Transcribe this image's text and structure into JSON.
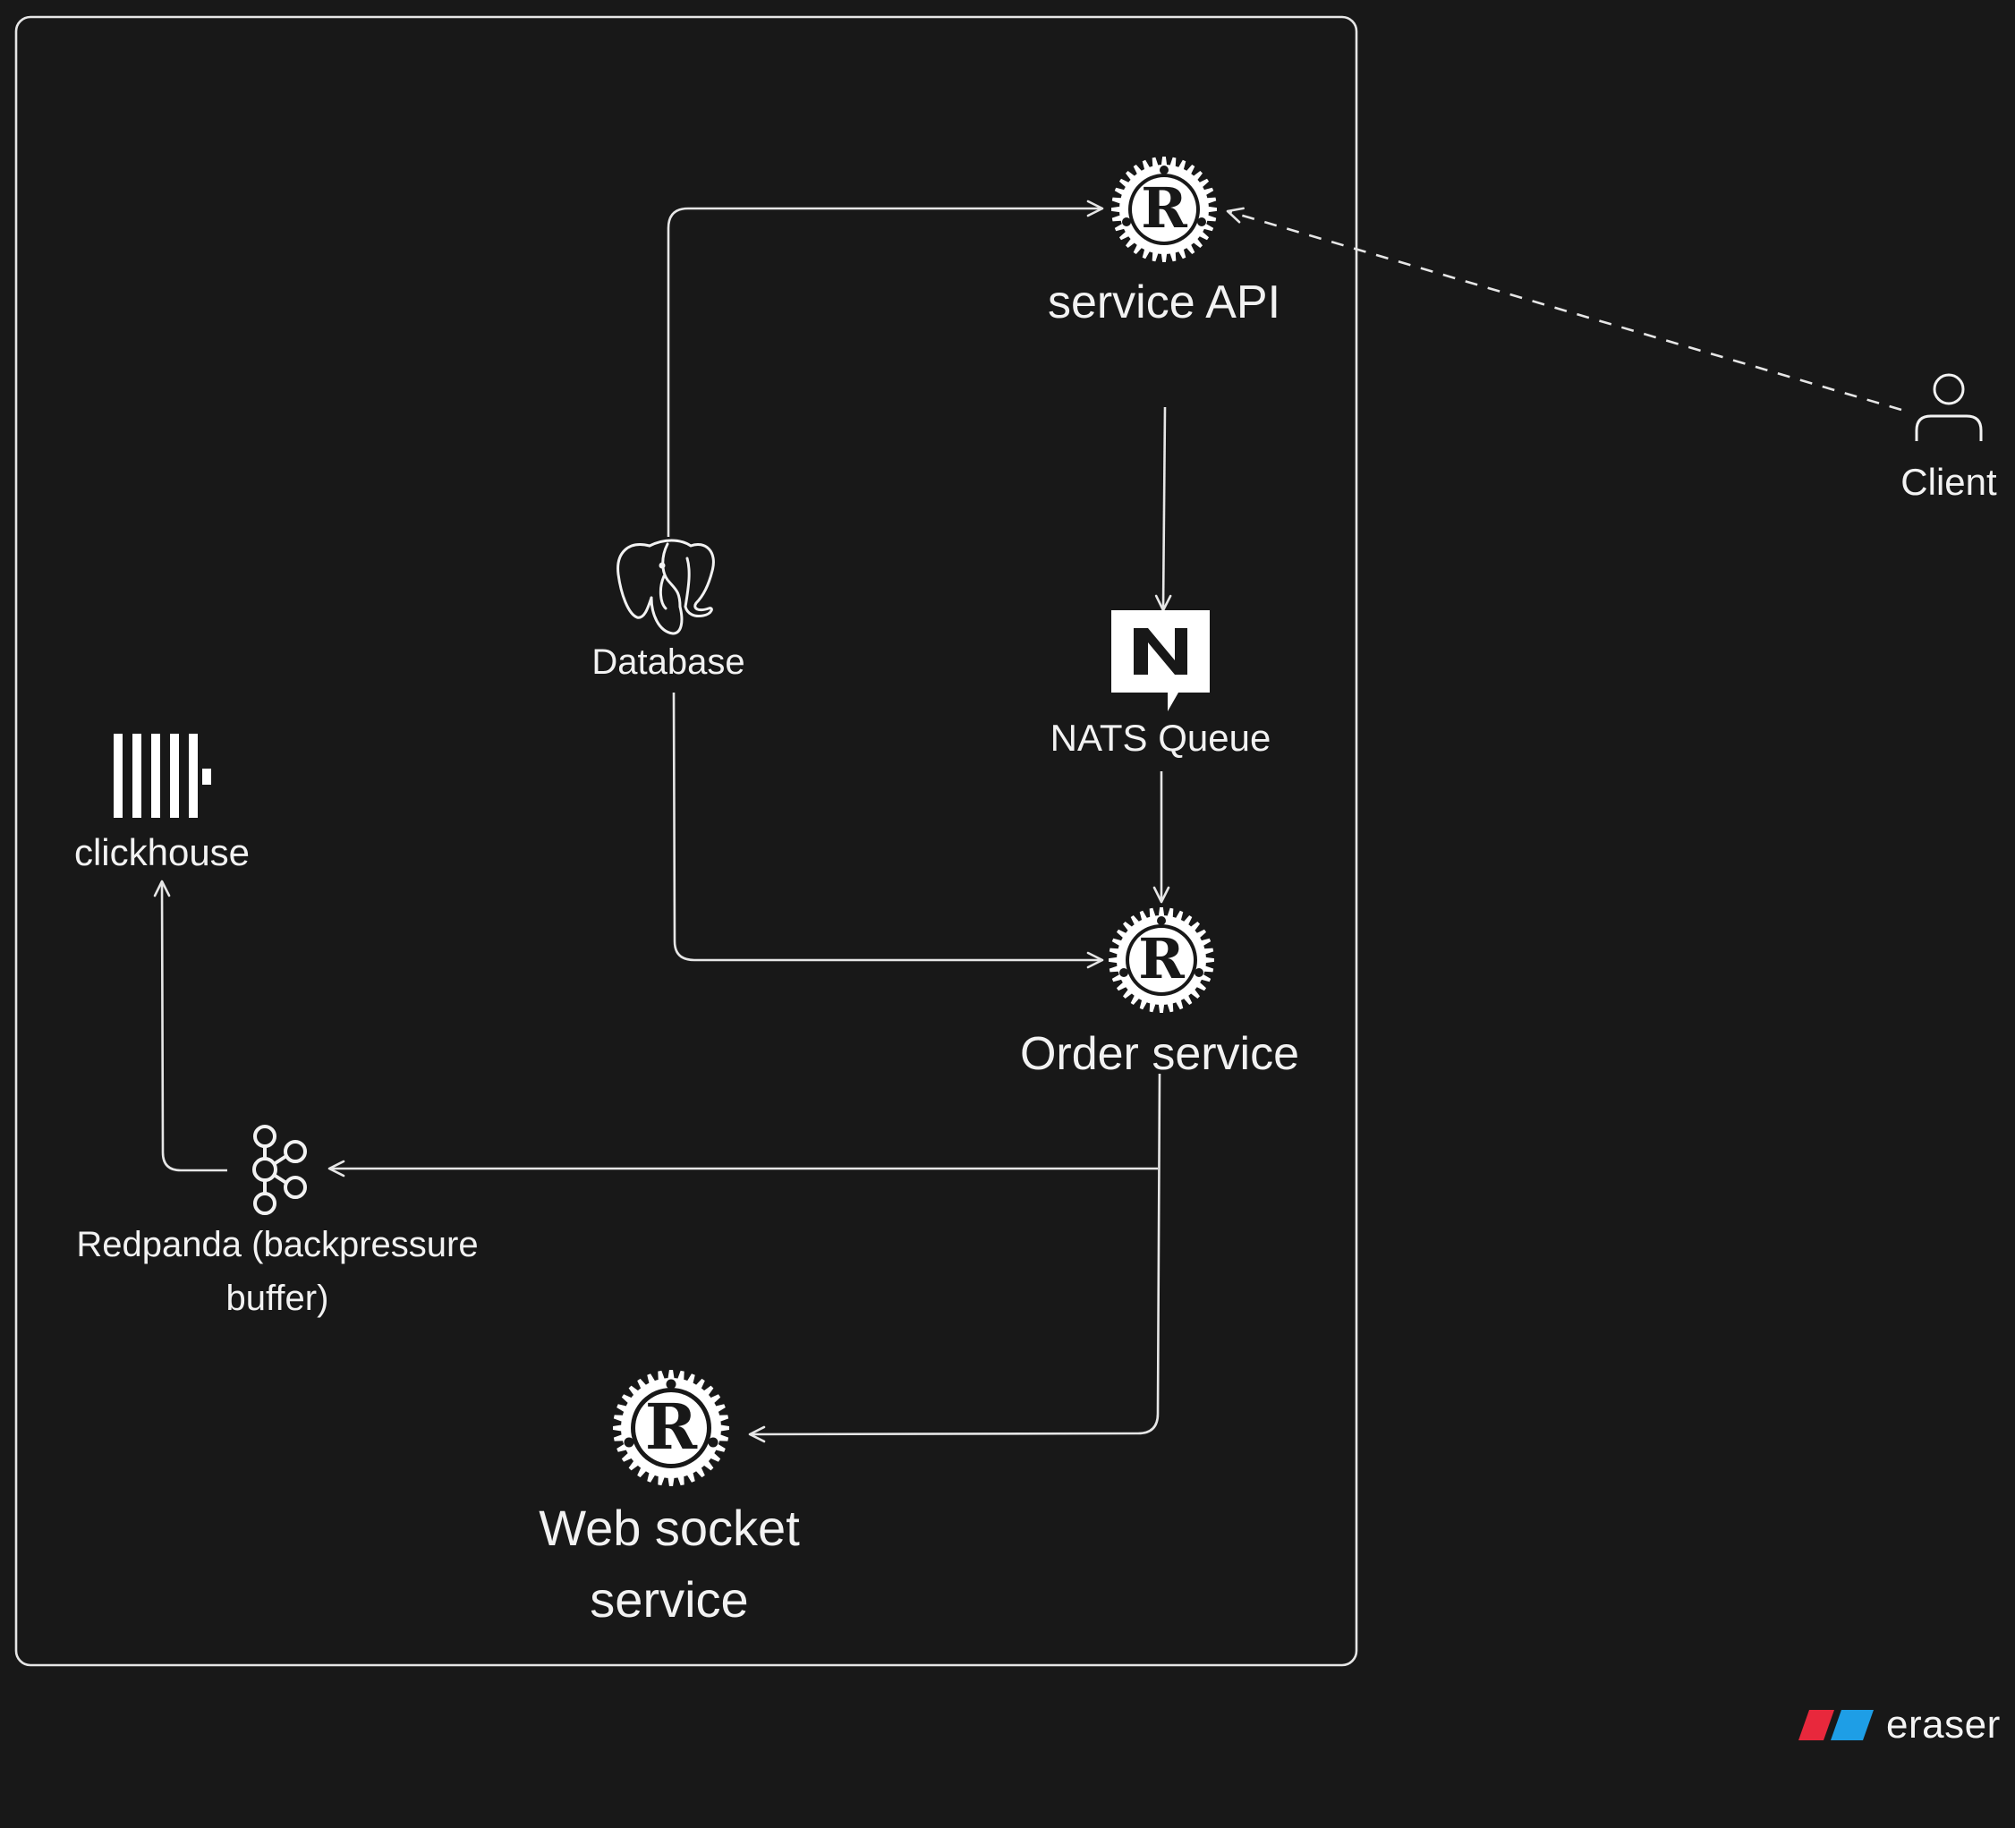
{
  "nodes": {
    "service_api": {
      "label": "service API",
      "icon": "rust-logo-icon"
    },
    "client": {
      "label": "Client",
      "icon": "user-icon"
    },
    "database": {
      "label": "Database",
      "icon": "postgresql-elephant-icon"
    },
    "nats_queue": {
      "label": "NATS Queue",
      "icon": "nats-logo-icon"
    },
    "clickhouse": {
      "label": "clickhouse",
      "icon": "clickhouse-logo-icon"
    },
    "order_service": {
      "label": "Order service",
      "icon": "rust-logo-icon"
    },
    "redpanda": {
      "label": "Redpanda (backpressure buffer)",
      "icon": "kafka-logo-icon"
    },
    "websocket_service": {
      "label": "Web socket service",
      "icon": "rust-logo-icon"
    }
  },
  "edges": [
    {
      "from": "Database",
      "to": "service API",
      "style": "solid"
    },
    {
      "from": "Client",
      "to": "service API",
      "style": "dashed"
    },
    {
      "from": "service API",
      "to": "NATS Queue",
      "style": "solid"
    },
    {
      "from": "NATS Queue",
      "to": "Order service",
      "style": "solid"
    },
    {
      "from": "Database",
      "to": "Order service",
      "style": "solid"
    },
    {
      "from": "Order service",
      "to": "Redpanda (backpressure buffer)",
      "style": "solid"
    },
    {
      "from": "Order service",
      "to": "Web socket service",
      "style": "solid"
    },
    {
      "from": "Redpanda (backpressure buffer)",
      "to": "clickhouse",
      "style": "solid"
    }
  ],
  "brand": {
    "text": "eraser",
    "colors": [
      "#e8283c",
      "#1e9ee6"
    ]
  },
  "colors": {
    "background": "#181818",
    "stroke": "#e6e6e6",
    "label": "#f2f2f2"
  }
}
